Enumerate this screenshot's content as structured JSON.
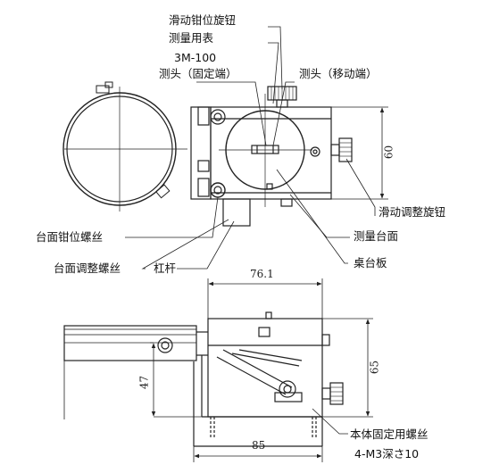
{
  "labels": {
    "slide_lock_knob": "滑动钳位旋钮",
    "dial_indicator": "测量用表",
    "model": "3M-100",
    "fixed_probe": "测头（固定端）",
    "moving_probe": "测头（移动端）",
    "slide_adjust_knob": "滑动调整旋钮",
    "measuring_table": "测量台面",
    "table_plate": "桌台板",
    "table_lock_screw": "台面钳位螺丝",
    "table_adjust_screw": "台面调整螺丝",
    "lever": "杠杆",
    "body_mount_screw": "本体固定用螺丝",
    "screw_spec": "4-M3深さ10"
  },
  "dimensions": {
    "top_height": "60",
    "width_top": "76.1",
    "height_right": "65",
    "height_left": "47",
    "width_bottom": "85"
  }
}
